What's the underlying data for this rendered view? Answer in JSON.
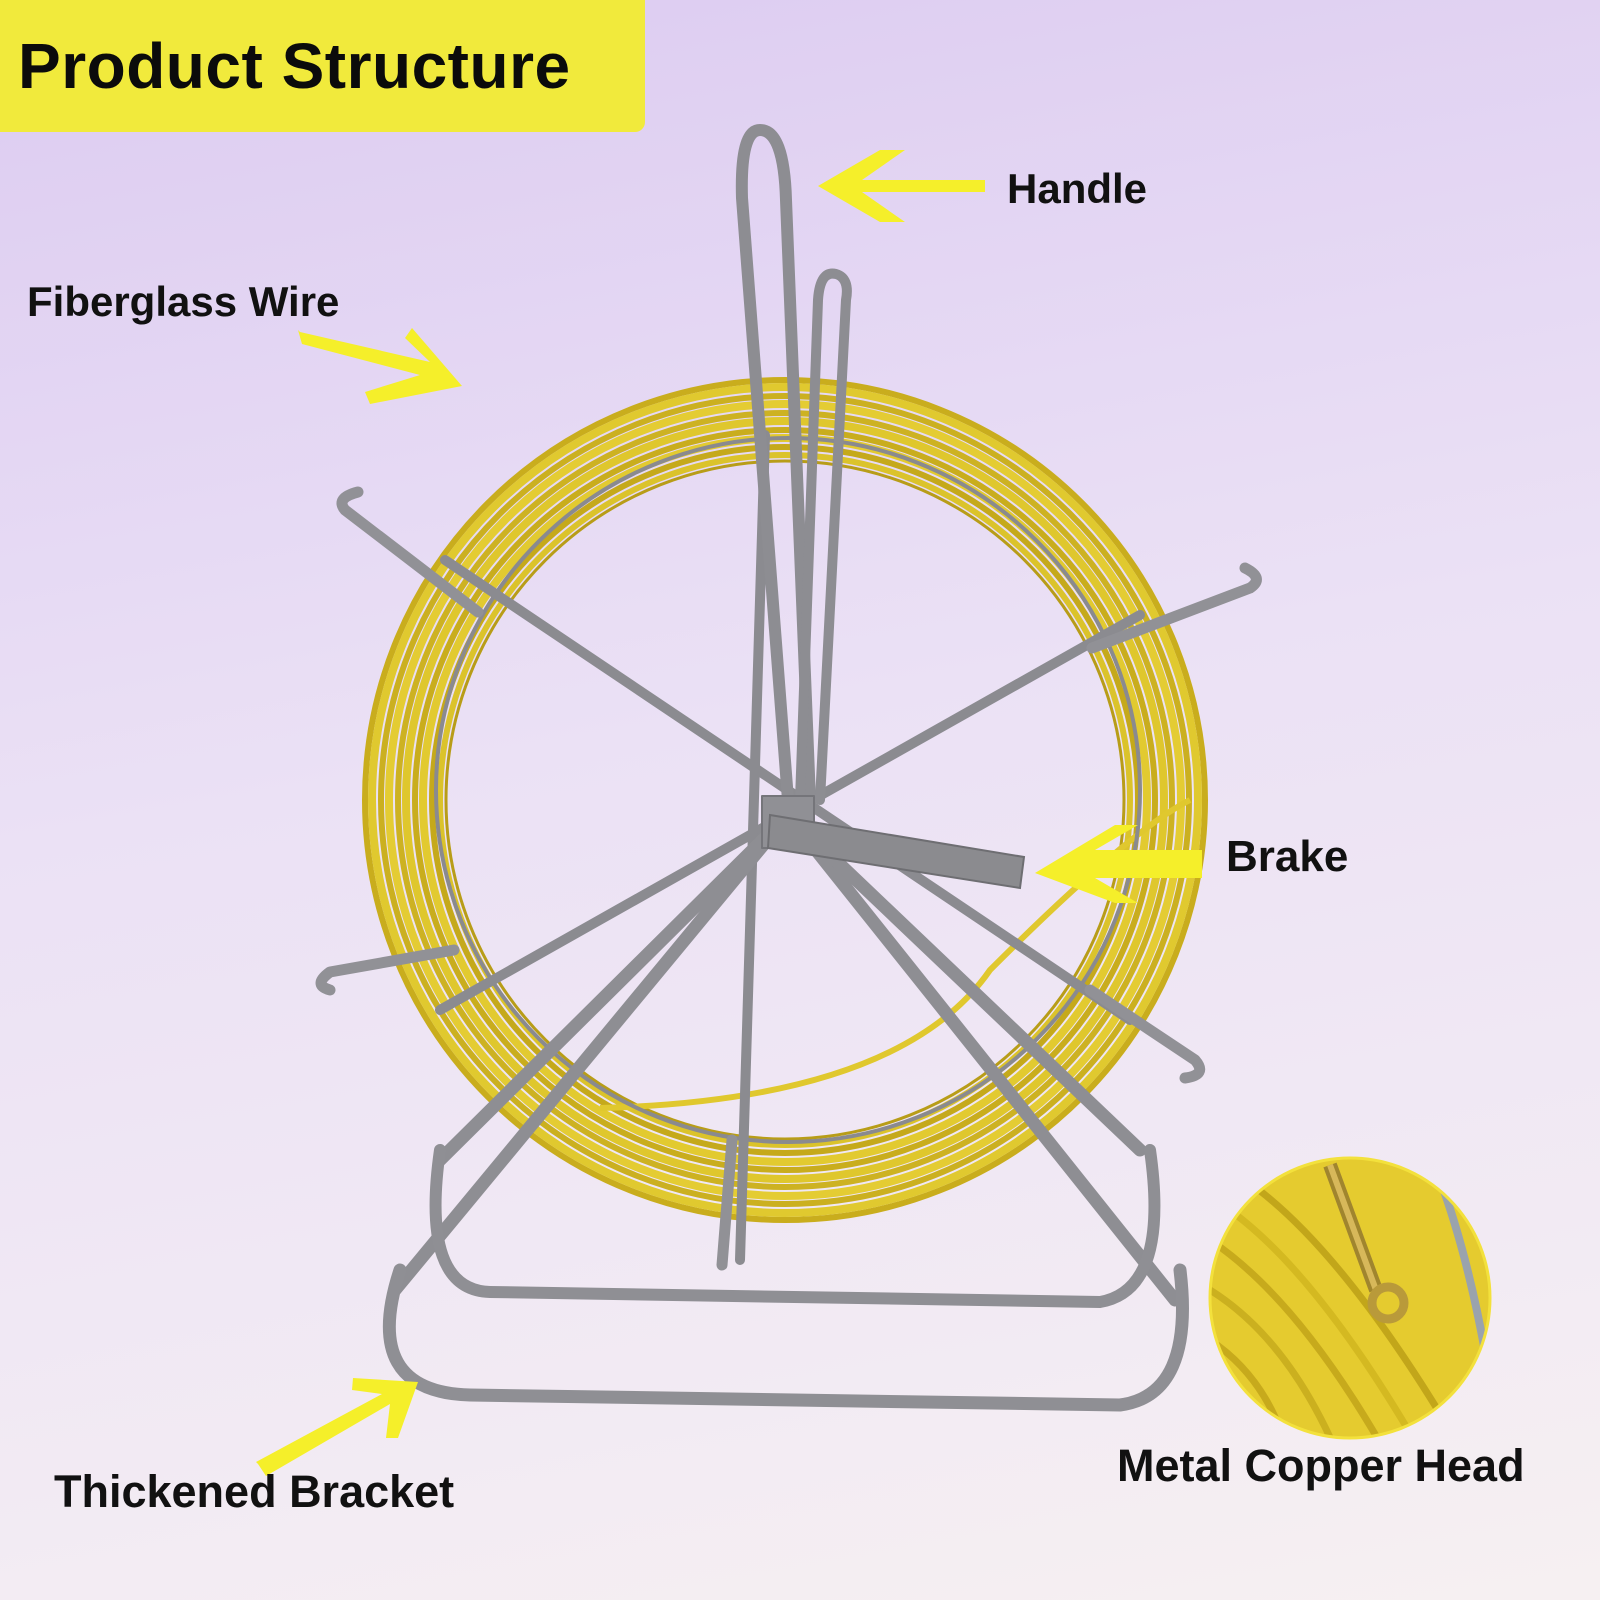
{
  "title": "Product Structure",
  "labels": {
    "handle": "Handle",
    "fiberglass_wire": "Fiberglass Wire",
    "brake": "Brake",
    "thickened_bracket": "Thickened Bracket",
    "metal_copper_head": "Metal Copper Head"
  },
  "colors": {
    "title_background": "#f1ea3c",
    "arrow": "#f5ef2a",
    "wire": "#ddc52b",
    "frame": "#8a8a8f"
  },
  "icons": {
    "arrows": "arrow-icon"
  }
}
